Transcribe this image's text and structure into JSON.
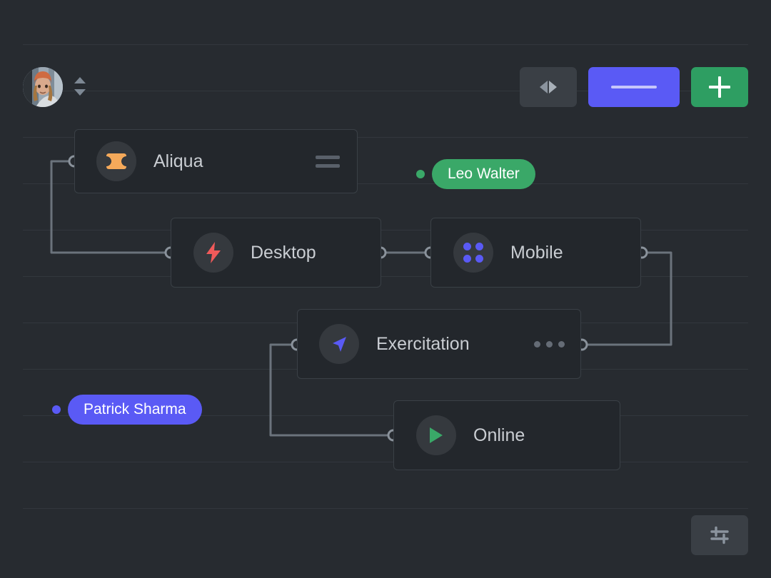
{
  "canvas": {
    "background_color": "#272b30",
    "grid_color": "#32373d",
    "edge_color": "#6b737c",
    "grid_rows": [
      62,
      127,
      192,
      257,
      322,
      387,
      452,
      517,
      582,
      647,
      712
    ]
  },
  "toolbar": {
    "avatar": {
      "icon": "user-avatar-photo",
      "alt": "user avatar"
    },
    "sort_control": {
      "icon": "sort-updown-icon"
    },
    "buttons": [
      {
        "name": "swap-button",
        "icon": "left-right-arrows-icon",
        "color": "#3a3f45"
      },
      {
        "name": "minus-button",
        "icon": "minus-icon",
        "color": "#5a5af5"
      },
      {
        "name": "plus-button",
        "icon": "plus-icon",
        "color": "#2e9e62"
      }
    ]
  },
  "nodes": [
    {
      "id": "aliqua",
      "label": "Aliqua",
      "icon": "ticket-icon",
      "icon_color": "#f5a95a",
      "action": "menu-lines-icon",
      "ports": [
        "left"
      ]
    },
    {
      "id": "desktop",
      "label": "Desktop",
      "icon": "lightning-bolt-icon",
      "icon_color": "#f05a5a",
      "action": "none",
      "ports": [
        "left",
        "right"
      ]
    },
    {
      "id": "mobile",
      "label": "Mobile",
      "icon": "four-dots-grid-icon",
      "icon_color": "#5a5af5",
      "action": "none",
      "ports": [
        "left",
        "right"
      ]
    },
    {
      "id": "exercitation",
      "label": "Exercitation",
      "icon": "navigation-arrow-icon",
      "icon_color": "#5a5af5",
      "action": "ellipsis-icon",
      "ports": [
        "left",
        "right"
      ]
    },
    {
      "id": "online",
      "label": "Online",
      "icon": "play-triangle-icon",
      "icon_color": "#3aa868",
      "action": "none",
      "ports": [
        "left"
      ]
    }
  ],
  "pills": [
    {
      "id": "leo-walter",
      "label": "Leo Walter",
      "color": "#3aa868",
      "dot_color": "#3aa868"
    },
    {
      "id": "patrick-sharma",
      "label": "Patrick Sharma",
      "color": "#5a5af5",
      "dot_color": "#5a5af5"
    }
  ],
  "fab": {
    "name": "settings-button",
    "icon": "sliders-icon"
  }
}
